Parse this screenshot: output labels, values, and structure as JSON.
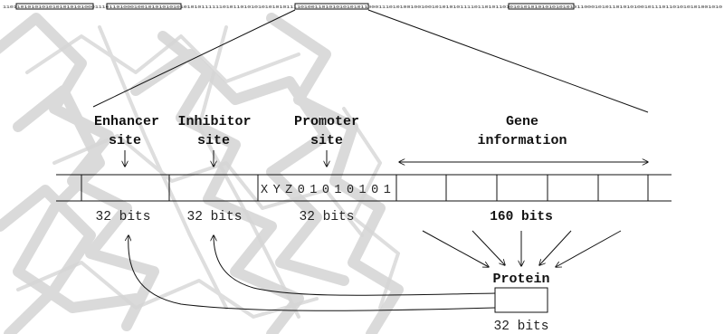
{
  "bitstring": {
    "segments": [
      "1101",
      "1010101010101010101000",
      "111",
      "0110100010010101010",
      "1010101011111101011010101010101011",
      "110100110101010101011",
      "000111010100100100101010101111011010110",
      "101010101010101010",
      "1011000101011010101001011101101010101001010"
    ]
  },
  "labels": {
    "enhancer": [
      "Enhancer",
      "site"
    ],
    "inhibitor": [
      "Inhibitor",
      "site"
    ],
    "promoter": [
      "Promoter",
      "site"
    ],
    "gene": [
      "Gene",
      "information"
    ],
    "protein": "Protein"
  },
  "genome": {
    "promoter_sequence": "XYZ01010101"
  },
  "sizes": {
    "enhancer": "32 bits",
    "inhibitor": "32 bits",
    "promoter": "32 bits",
    "gene": "160 bits",
    "protein": "32 bits"
  },
  "colors": {
    "stroke": "#111111",
    "watermark": "#d6d6d6"
  }
}
